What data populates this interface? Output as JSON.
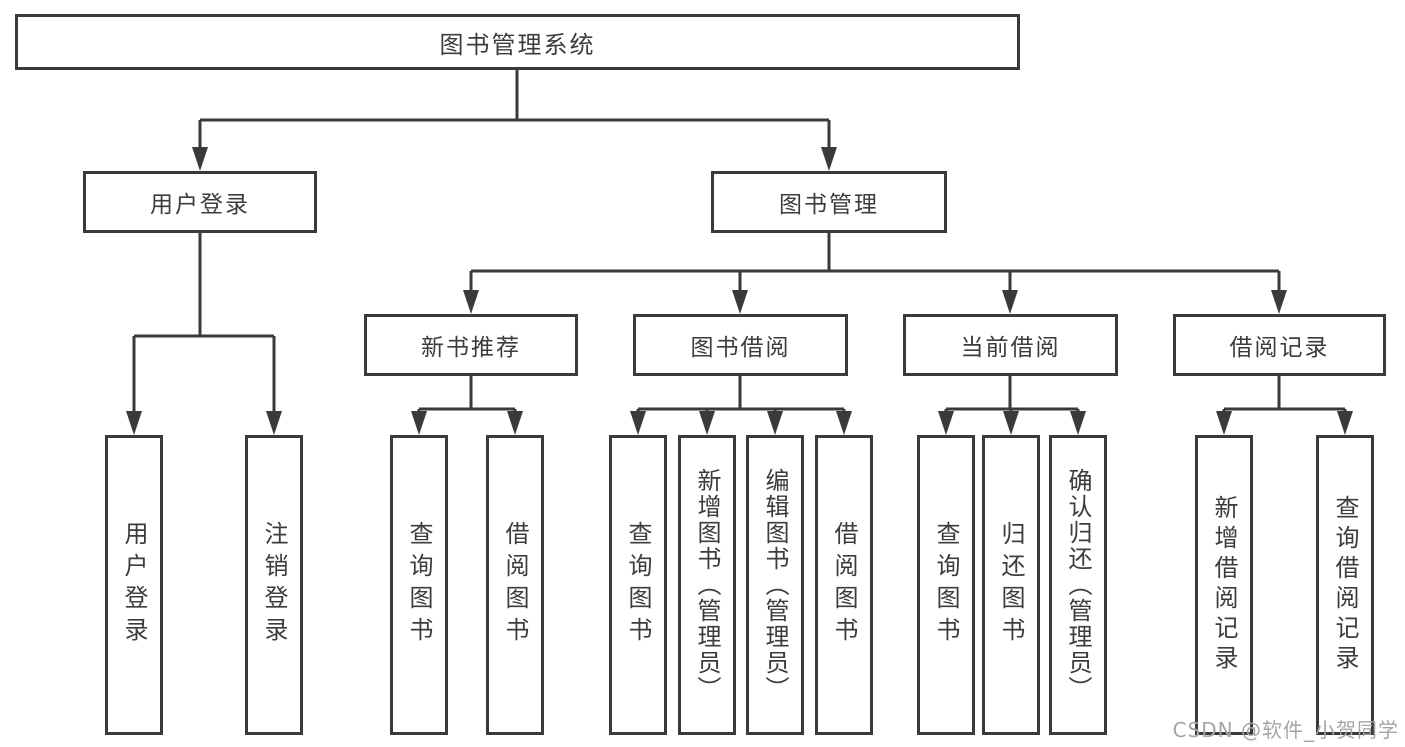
{
  "watermark": "CSDN @软件_小贺同学",
  "colors": {
    "line": "#3a3a3a",
    "text": "#3c3c3c",
    "watermark": "#a5a5a5",
    "background": "#ffffff"
  },
  "tree": {
    "root": {
      "label": "图书管理系统"
    },
    "branches": [
      {
        "label": "用户登录",
        "children": [
          {
            "label": "用户登录"
          },
          {
            "label": "注销登录"
          }
        ]
      },
      {
        "label": "图书管理",
        "groups": [
          {
            "label": "新书推荐",
            "children": [
              {
                "label": "查询图书"
              },
              {
                "label": "借阅图书"
              }
            ]
          },
          {
            "label": "图书借阅",
            "children": [
              {
                "label": "查询图书"
              },
              {
                "label": "新增图书（管理员）"
              },
              {
                "label": "编辑图书（管理员）"
              },
              {
                "label": "借阅图书"
              }
            ]
          },
          {
            "label": "当前借阅",
            "children": [
              {
                "label": "查询图书"
              },
              {
                "label": "归还图书"
              },
              {
                "label": "确认归还（管理员）"
              }
            ]
          },
          {
            "label": "借阅记录",
            "children": [
              {
                "label": "新增借阅记录"
              },
              {
                "label": "查询借阅记录"
              }
            ]
          }
        ]
      }
    ]
  }
}
